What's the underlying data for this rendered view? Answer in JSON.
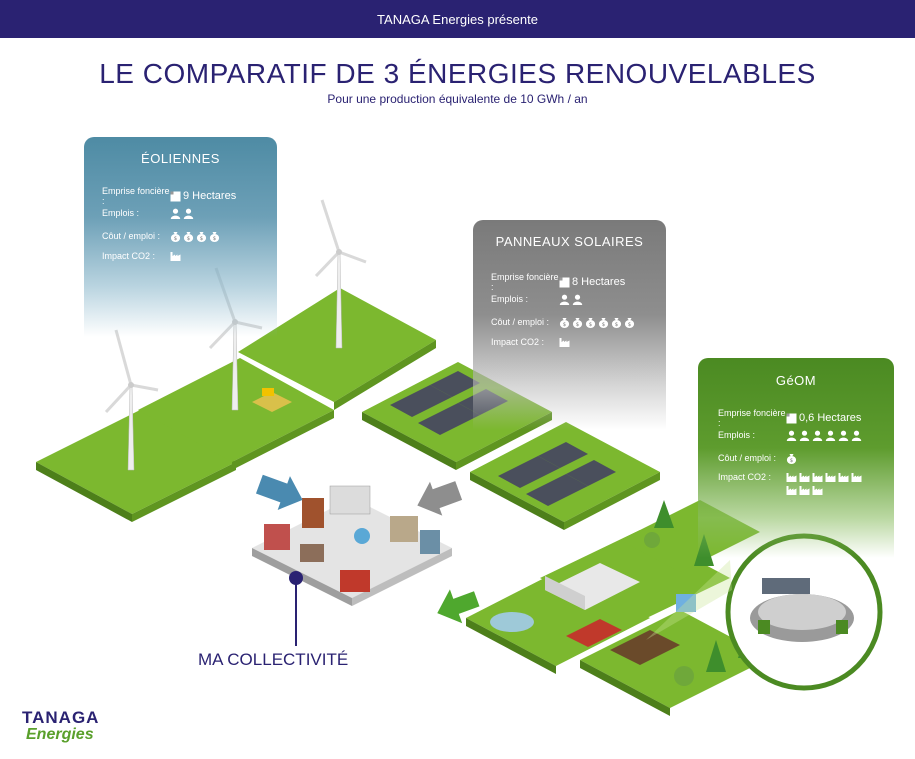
{
  "header": {
    "banner": "TANAGA Energies présente"
  },
  "title": "LE COMPARATIF DE 3 ÉNERGIES RENOUVELABLES",
  "subtitle": "Pour une production équivalente de 10 GWh / an",
  "cards": {
    "eoliennes": {
      "name": "ÉOLIENNES",
      "emprise_label": "Emprise foncière :",
      "emprise_value": "9 Hectares",
      "emplois_label": "Emplois :",
      "emplois_count": 2,
      "cout_label": "Côut / emploi :",
      "cout_count": 4,
      "impact_label": "Impact CO2 :",
      "impact_count": 1
    },
    "solaires": {
      "name": "PANNEAUX SOLAIRES",
      "emprise_label": "Emprise foncière :",
      "emprise_value": "8 Hectares",
      "emplois_label": "Emplois :",
      "emplois_count": 2,
      "cout_label": "Côut / emploi :",
      "cout_count": 6,
      "impact_label": "Impact CO2 :",
      "impact_count": 1
    },
    "geom": {
      "name": "GéOM",
      "emprise_label": "Emprise foncière :",
      "emprise_value": "0,6 Hectares",
      "emplois_label": "Emplois :",
      "emplois_count": 6,
      "cout_label": "Côut / emploi :",
      "cout_count": 1,
      "impact_label": "Impact CO2 :",
      "impact_count": 9
    }
  },
  "collectivite_label": "MA COLLECTIVITÉ",
  "logo": {
    "line1": "TANAGA",
    "line2": "Energies"
  },
  "colors": {
    "navy": "#2a2272",
    "grass": "#7cb82f",
    "grass_dark": "#5a8f1e",
    "blue_card": "#4e8ba4",
    "grey_card": "#7a7a7a",
    "green_card": "#4b8a22"
  }
}
